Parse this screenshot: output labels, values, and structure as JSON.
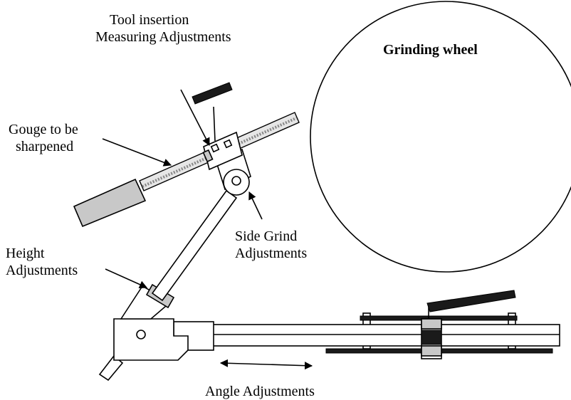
{
  "labels": {
    "grinding_wheel": "Grinding wheel",
    "tool_insertion_line1": "Tool insertion",
    "tool_insertion_line2": "Measuring Adjustments",
    "gouge_line1": "Gouge to be",
    "gouge_line2": "sharpened",
    "side_grind_line1": "Side Grind",
    "side_grind_line2": "Adjustments",
    "height_line1": "Height",
    "height_line2": "Adjustments",
    "angle": "Angle Adjustments"
  }
}
